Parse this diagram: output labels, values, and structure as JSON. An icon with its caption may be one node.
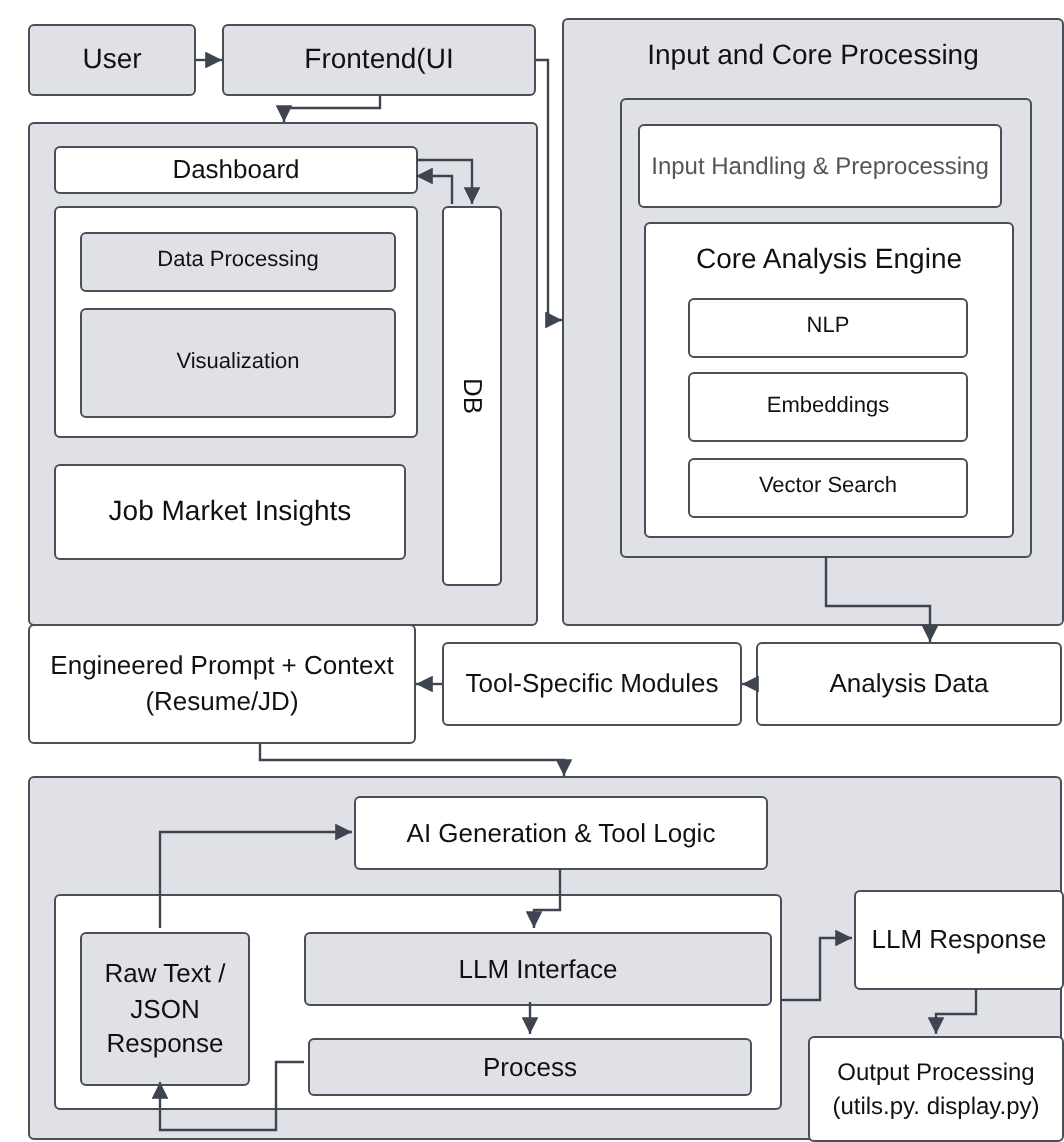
{
  "diagram": {
    "nodes": [
      {
        "text": [
          "User"
        ]
      },
      {
        "text": [
          "Frontend(UI"
        ]
      },
      {
        "text": [],
        "shape": "box"
      },
      {
        "text": [
          "Dashboard"
        ],
        "in": 2
      },
      {
        "text": [],
        "shape": "box",
        "in": 2
      },
      {
        "text": [
          "Data Processing"
        ],
        "in": 4
      },
      {
        "text": [
          "Visualization"
        ],
        "in": 4
      },
      {
        "text": [
          "Job Market Insights"
        ],
        "in": 2
      },
      {
        "text": [
          "DB"
        ],
        "in": 2
      },
      {
        "text": [
          "Input and Core Processing"
        ]
      },
      {
        "text": [],
        "shape": "box",
        "in": 9
      },
      {
        "text": [
          "Input Handling & Preprocessing"
        ],
        "in": 10
      },
      {
        "text": [
          "Core Analysis Engine"
        ],
        "in": 10
      },
      {
        "text": [
          "NLP"
        ],
        "in": 12
      },
      {
        "text": [
          "Embeddings"
        ],
        "in": 12
      },
      {
        "text": [
          "Vector Search"
        ],
        "in": 12
      },
      {
        "text": [
          "Engineered Prompt + Context (Resume/JD)"
        ]
      },
      {
        "text": [
          "Tool-Specific Modules"
        ]
      },
      {
        "text": [
          "Analysis Data"
        ]
      },
      {
        "text": [],
        "shape": "box"
      },
      {
        "text": [
          "AI Generation & Tool Logic"
        ],
        "in": 19
      },
      {
        "text": [],
        "shape": "box",
        "in": 19
      },
      {
        "text": [
          "Raw Text / JSON Response"
        ],
        "in": 21
      },
      {
        "text": [
          "LLM Interface"
        ],
        "in": 21
      },
      {
        "text": [
          "Process"
        ],
        "in": 21
      },
      {
        "text": [
          "LLM Response"
        ],
        "in": 19
      },
      {
        "text": [
          "Output Processing (utils.py. display.py)"
        ],
        "in": 19
      }
    ],
    "edges": [
      {
        "from": 0,
        "to": 1,
        "arrow": "to"
      },
      {
        "from": 1,
        "to": 2,
        "arrow": "to"
      },
      {
        "from": 3,
        "to": 8,
        "arrow": "to"
      },
      {
        "from": 8,
        "to": 3,
        "arrow": "to"
      },
      {
        "from": 1,
        "to": 9,
        "arrow": "to"
      },
      {
        "from": 10,
        "to": 18,
        "arrow": "to"
      },
      {
        "from": 18,
        "to": 17,
        "arrow": "to"
      },
      {
        "from": 17,
        "to": 16,
        "arrow": "to"
      },
      {
        "from": 16,
        "to": 19,
        "arrow": "to"
      },
      {
        "from": 20,
        "to": 23,
        "arrow": "to"
      },
      {
        "from": 23,
        "to": 24,
        "arrow": "to"
      },
      {
        "from": 24,
        "to": 22,
        "arrow": "to"
      },
      {
        "from": 22,
        "to": 20,
        "arrow": "to"
      },
      {
        "from": 21,
        "to": 25,
        "arrow": "to"
      },
      {
        "from": 25,
        "to": 26,
        "arrow": "to"
      }
    ]
  }
}
